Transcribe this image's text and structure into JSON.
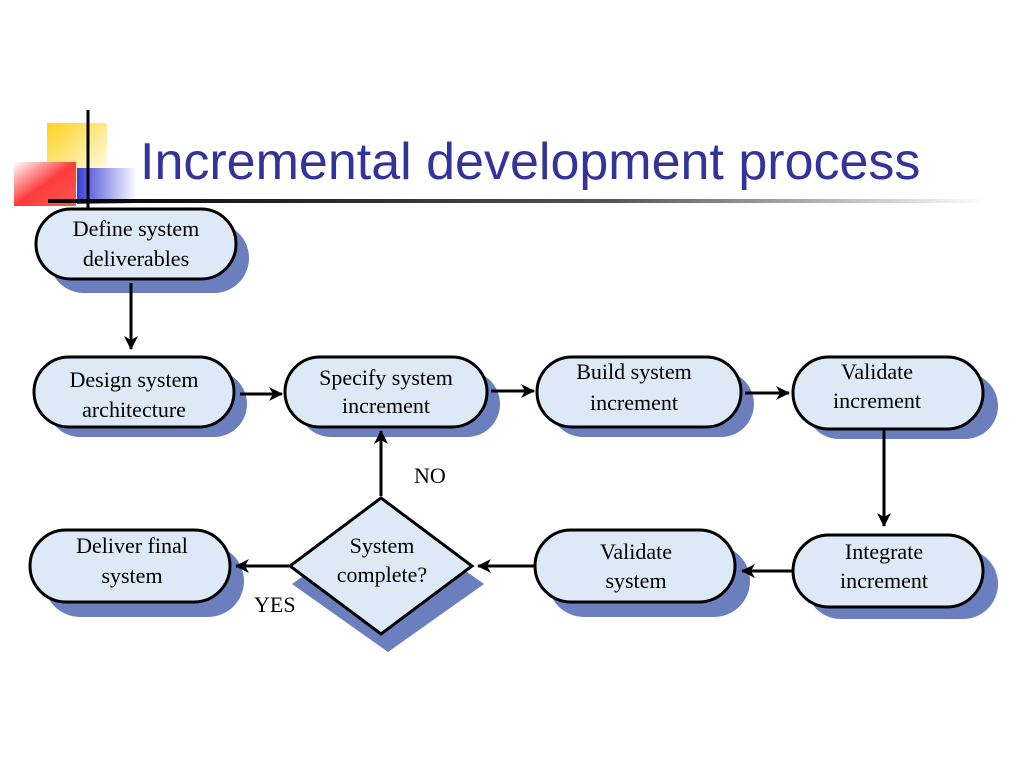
{
  "slide": {
    "title": "Incremental development process"
  },
  "colors": {
    "title": "#333399",
    "node_fill": "#dde9f6",
    "node_stroke": "#000000",
    "node_shadow": "#6b7fbf",
    "logo_yellow": "#ffd21a",
    "logo_red": "#ff3c3c",
    "logo_blue": "#3b3fd6"
  },
  "diagram": {
    "nodes": {
      "define": {
        "line1": "Define system",
        "line2": "deliverables"
      },
      "design": {
        "line1": "Design system",
        "line2": "architecture"
      },
      "specify": {
        "line1": "Specify system",
        "line2": "increment"
      },
      "build": {
        "line1": "Build system",
        "line2": "increment"
      },
      "validate_increment": {
        "line1": "Validate",
        "line2": "increment"
      },
      "integrate": {
        "line1": "Integrate",
        "line2": "increment"
      },
      "validate_system": {
        "line1": "Validate",
        "line2": "system"
      },
      "decision": {
        "line1": "System",
        "line2": "complete?"
      },
      "deliver": {
        "line1": "Deliver final",
        "line2": "system"
      }
    },
    "edge_labels": {
      "no": "NO",
      "yes": "YES"
    }
  }
}
